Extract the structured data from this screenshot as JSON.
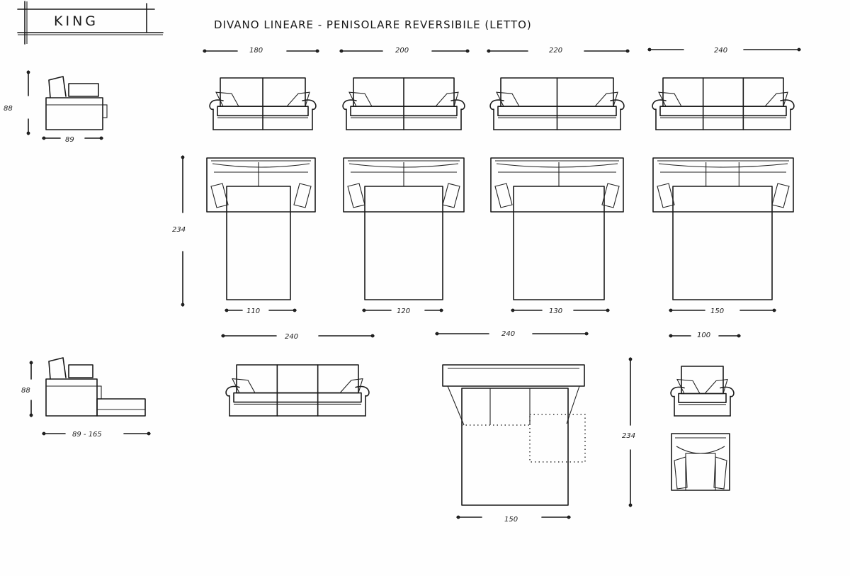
{
  "brand": "KING",
  "title": "DIVANO LINEARE - PENISOLARE REVERSIBILE (LETTO)",
  "linear_widths": [
    "180",
    "200",
    "220",
    "240"
  ],
  "side_view": {
    "height": "88",
    "depth": "89"
  },
  "bed_length": "234",
  "bed_widths": [
    "110",
    "120",
    "130",
    "150"
  ],
  "bottom_row": {
    "sofa_width": "240",
    "peninsula_width": "240",
    "armchair_width": "100",
    "chaise_height": "88",
    "chaise_depth": "89 - 165",
    "peninsula_bed_length": "234",
    "peninsula_bed_width": "150"
  }
}
